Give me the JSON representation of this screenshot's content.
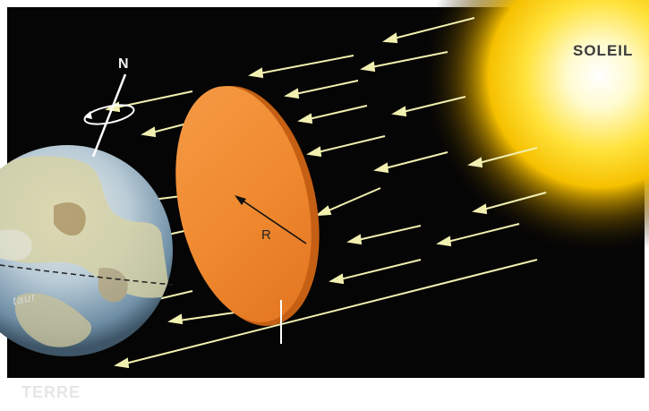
{
  "labels": {
    "sun": "SOLEIL",
    "earth": "TERRE",
    "north": "N",
    "equator": "taur",
    "radius": "R"
  },
  "colors": {
    "space": "#050505",
    "sun_core": "#ffffff",
    "sun_glow": "#ffd21a",
    "disk": "#f08a30",
    "arrow": "#f2f0b0",
    "earth_land": "#c9c48a",
    "earth_ocean": "#8fb7d6"
  },
  "icons": {
    "rays": "arrow-left-icon"
  }
}
